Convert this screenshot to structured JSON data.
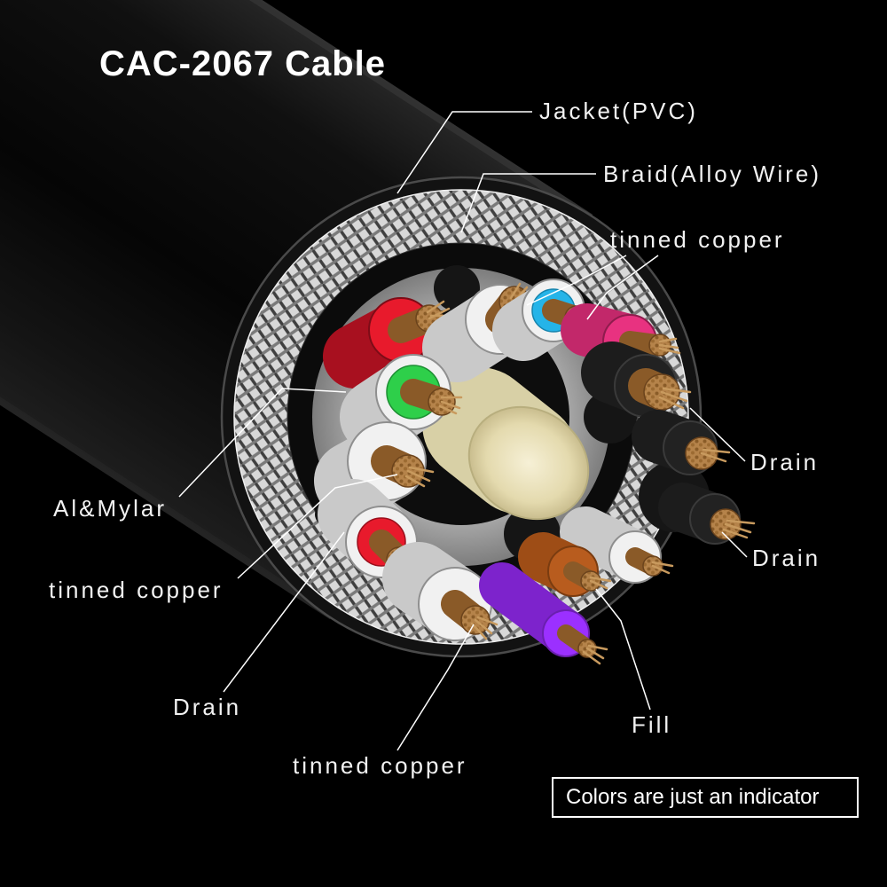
{
  "title": "CAC-2067 Cable",
  "note": "Colors are just an indicator",
  "labels": {
    "jacket": "Jacket(PVC)",
    "braid": "Braid(Alloy Wire)",
    "tinned_copper_top": "tinned copper",
    "drain_right_top": "Drain",
    "drain_right_bottom": "Drain",
    "al_mylar": "Al&Mylar",
    "tinned_copper_left": "tinned copper",
    "drain_bottom_left": "Drain",
    "fill": "Fill",
    "tinned_copper_bottom": "tinned copper"
  },
  "palette": {
    "background": "#000000",
    "label_text": "#f2f2f2",
    "leader_line": "#ffffff",
    "jacket_black": "#101010",
    "braid_silver": "#d8d8d8",
    "mylar_gray": "#b0b0b0",
    "copper": "#b5834a",
    "wire_red": "#e81a2c",
    "wire_green": "#2ecf4a",
    "wire_cyan": "#25b4e8",
    "wire_pink": "#e83280",
    "wire_purple": "#9b30ff",
    "wire_orange": "#b85c1e",
    "wire_white": "#f1f1f1",
    "fill_beige": "#ece5c4"
  }
}
